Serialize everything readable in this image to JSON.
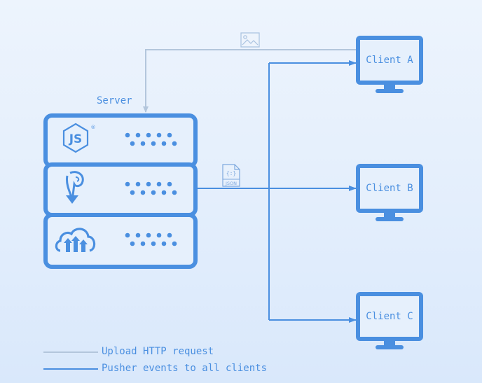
{
  "diagram": {
    "server": {
      "label": "Server",
      "racks": [
        {
          "icon": "nodejs-icon",
          "registered_mark": "®"
        },
        {
          "icon": "pusher-icon"
        },
        {
          "icon": "cloud-upload-icon"
        }
      ]
    },
    "clients": [
      {
        "label": "Client A"
      },
      {
        "label": "Client B"
      },
      {
        "label": "Client C"
      }
    ],
    "annotations": {
      "upload_icon": "image-icon",
      "event_icon": "json-file-icon",
      "json_text": "JSON",
      "json_braces": "{:}"
    },
    "legend": [
      {
        "label": "Upload HTTP request",
        "color": "#b3c6dc"
      },
      {
        "label": "Pusher events to all clients",
        "color": "#4a8fe0"
      }
    ]
  },
  "colors": {
    "primary": "#4a8fe0",
    "upload_line": "#b3c6dc",
    "background_top": "#edf4fd",
    "background_bottom": "#d9e8fb"
  }
}
